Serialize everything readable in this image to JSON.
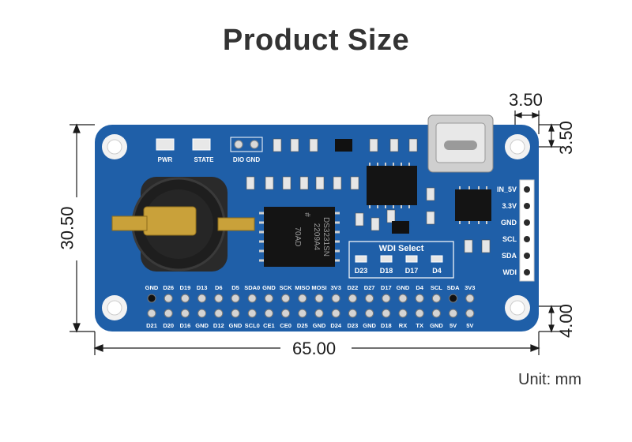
{
  "title": "Product Size",
  "unit_label": "Unit: mm",
  "dimensions": {
    "width": "65.00",
    "height": "30.50",
    "connector_offset_x": "3.50",
    "connector_offset_y": "3.50",
    "hole_offset": "4.00"
  },
  "board": {
    "color": "#1f5fa8",
    "leds": [
      "PWR",
      "STATE"
    ],
    "dio_header": "DIO GND",
    "chip_marking": [
      "DS3231SN",
      "2209A4",
      "#",
      "70AD"
    ],
    "wdi_select": {
      "title": "WDI Select",
      "options": [
        "D23",
        "D18",
        "D17",
        "D4"
      ]
    },
    "side_pins": [
      "IN_5V",
      "3.3V",
      "GND",
      "SCL",
      "SDA",
      "WDI"
    ],
    "top_row_labels": [
      "GND",
      "D26",
      "D19",
      "D13",
      "D6",
      "D5",
      "SDA0",
      "GND",
      "SCK",
      "MISO",
      "MOSI",
      "3V3",
      "D22",
      "D27",
      "D17",
      "GND",
      "D4",
      "SCL",
      "SDA",
      "3V3"
    ],
    "bottom_row_labels": [
      "D21",
      "D20",
      "D16",
      "GND",
      "D12",
      "GND",
      "SCL0",
      "CE1",
      "CE0",
      "D25",
      "GND",
      "D24",
      "D23",
      "GND",
      "D18",
      "RX",
      "TX",
      "GND",
      "5V",
      "5V"
    ]
  }
}
